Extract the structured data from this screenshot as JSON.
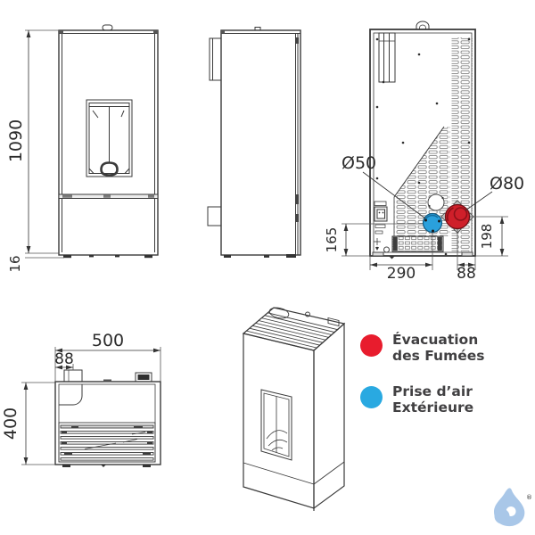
{
  "dimensions": {
    "front_height": "1090",
    "front_foot": "16",
    "rear_air_diameter": "Ø50",
    "rear_smoke_diameter": "Ø80",
    "rear_air_height": "165",
    "rear_smoke_height": "198",
    "rear_air_offset": "290",
    "rear_smoke_offset": "88",
    "top_width": "500",
    "top_flue_offset": "88",
    "top_depth": "400"
  },
  "legend": {
    "items": [
      {
        "name": "smoke-exhaust",
        "color": "#e81c2d",
        "line1": "Évacuation",
        "line2": "des Fumées"
      },
      {
        "name": "outside-air",
        "color": "#29a9e1",
        "line1": "Prise d’air",
        "line2": "Extérieure"
      }
    ]
  },
  "colors": {
    "line_art": "#3a3a3a",
    "smoke_port": "#cf1f2a",
    "air_port": "#2aa0dc",
    "legend_text": "#414042",
    "logo_blue": "#a9c7e8"
  },
  "icons": {
    "logo": "water-drop-logo"
  }
}
